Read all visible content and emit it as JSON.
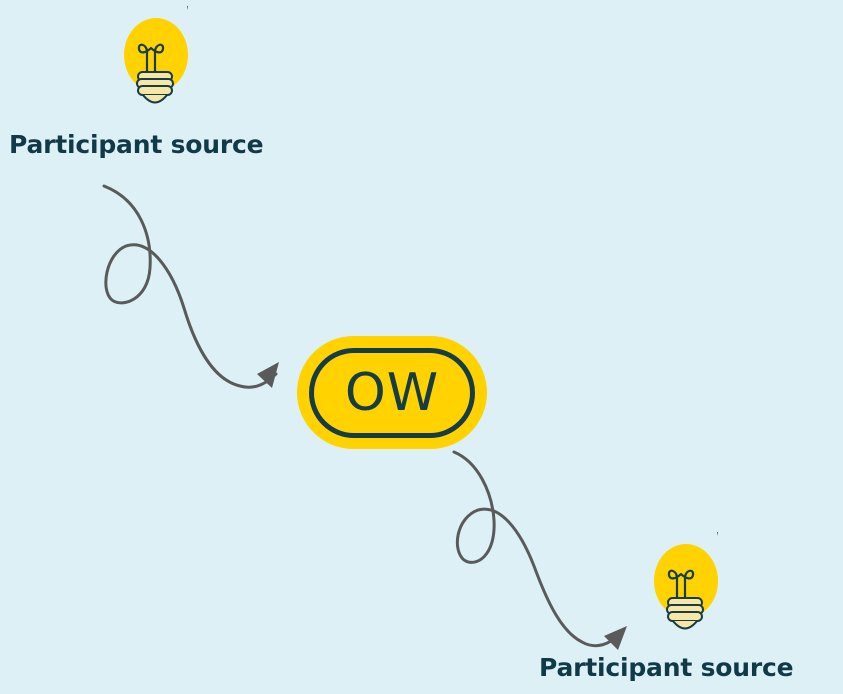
{
  "nodes": {
    "top": {
      "label": "Participant source",
      "icon": "lightbulb-icon"
    },
    "center": {
      "text": "OW"
    },
    "bottom": {
      "label": "Participant source",
      "icon": "lightbulb-icon"
    }
  },
  "colors": {
    "background": "#dcf0f6",
    "label_text": "#113a48",
    "badge_fill": "#ffd200",
    "badge_outline": "#163c44",
    "connector": "#5a5a5a",
    "bulb_glass": "#ffd200",
    "bulb_base": "#f6e7a8"
  }
}
